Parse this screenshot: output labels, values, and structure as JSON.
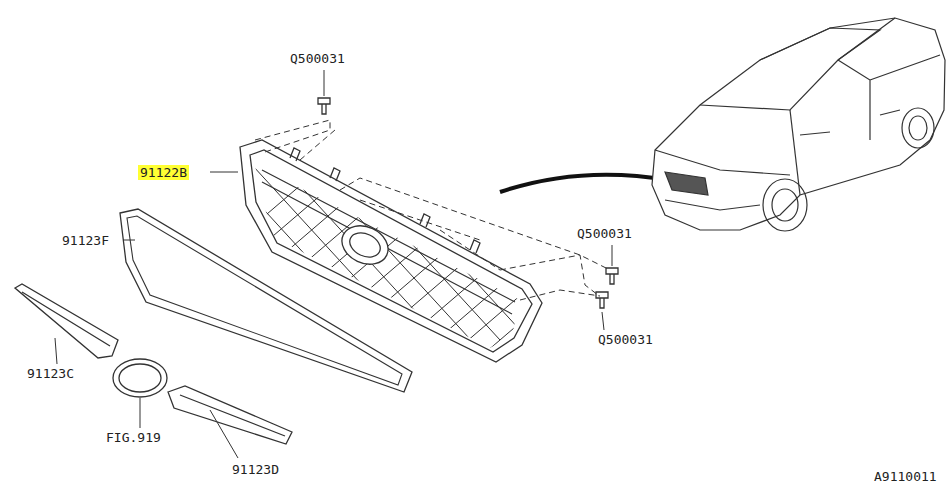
{
  "diagram": {
    "labels": [
      "Q500031",
      "91122B",
      "91123F",
      "91123C",
      "FIG.919",
      "91123D",
      "Q500031",
      "Q500031",
      "A9110011"
    ]
  }
}
